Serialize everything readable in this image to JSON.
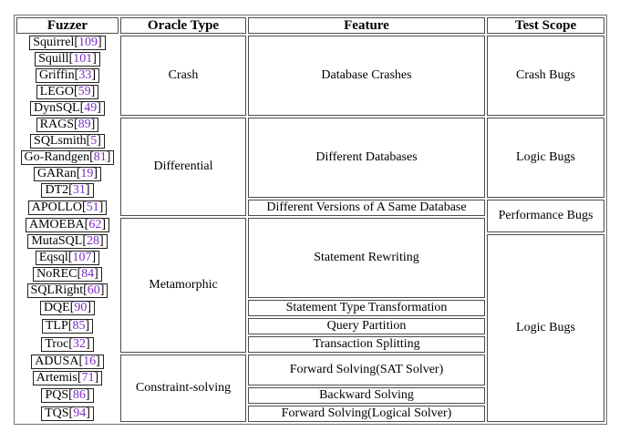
{
  "colors": {
    "citation": "#7D2BC2",
    "text": "#000000",
    "outer_border": "#6f6f6f",
    "cell_border": "#4d4d4d",
    "fuzzer_box_border": "#1f1f1f"
  },
  "table": {
    "headers": [
      "Fuzzer",
      "Oracle Type",
      "Feature",
      "Test Scope"
    ],
    "rows": [
      {
        "name": "Squirrel",
        "cite": "109"
      },
      {
        "name": "Squill",
        "cite": "101"
      },
      {
        "name": "Griffin",
        "cite": "33"
      },
      {
        "name": "LEGO",
        "cite": "59"
      },
      {
        "name": "DynSQL",
        "cite": "49"
      },
      {
        "name": "RAGS",
        "cite": "89"
      },
      {
        "name": "SQLsmith",
        "cite": "5"
      },
      {
        "name": "Go-Randgen",
        "cite": "81"
      },
      {
        "name": "GARan",
        "cite": "19"
      },
      {
        "name": "DT2",
        "cite": "31"
      },
      {
        "name": "APOLLO",
        "cite": "51"
      },
      {
        "name": "AMOEBA",
        "cite": "62"
      },
      {
        "name": "MutaSQL",
        "cite": "28"
      },
      {
        "name": "Eqsql",
        "cite": "107"
      },
      {
        "name": "NoREC",
        "cite": "84"
      },
      {
        "name": "SQLRight",
        "cite": "60"
      },
      {
        "name": "DQE",
        "cite": "90"
      },
      {
        "name": "TLP",
        "cite": "85"
      },
      {
        "name": "Troc",
        "cite": "32"
      },
      {
        "name": "ADUSA",
        "cite": "16"
      },
      {
        "name": "Artemis",
        "cite": "71"
      },
      {
        "name": "PQS",
        "cite": "86"
      },
      {
        "name": "TQS",
        "cite": "94"
      }
    ],
    "oracle_groups": [
      {
        "label": "Crash",
        "span": 5
      },
      {
        "label": "Differential",
        "span": 6
      },
      {
        "label": "Metamorphic",
        "span": 8
      },
      {
        "label": "Constraint-solving",
        "span": 4
      }
    ],
    "feature_groups": [
      {
        "label": "Database Crashes",
        "span": 5
      },
      {
        "label": "Different Databases",
        "span": 5
      },
      {
        "label": "Different Versions of A Same Database",
        "span": 1
      },
      {
        "label": "Statement Rewriting",
        "span": 5
      },
      {
        "label": "Statement Type Transformation",
        "span": 1
      },
      {
        "label": "Query Partition",
        "span": 1
      },
      {
        "label": "Transaction Splitting",
        "span": 1
      },
      {
        "label": "Forward Solving(SAT Solver)",
        "span": 2
      },
      {
        "label": "Backward Solving",
        "span": 1
      },
      {
        "label": "Forward Solving(Logical Solver)",
        "span": 1
      }
    ],
    "scope_groups": [
      {
        "label": "Crash Bugs",
        "span": 5
      },
      {
        "label": "Logic Bugs",
        "span": 5
      },
      {
        "label": "Performance Bugs",
        "span": 2
      },
      {
        "label": "Logic Bugs",
        "span": 11
      }
    ]
  }
}
